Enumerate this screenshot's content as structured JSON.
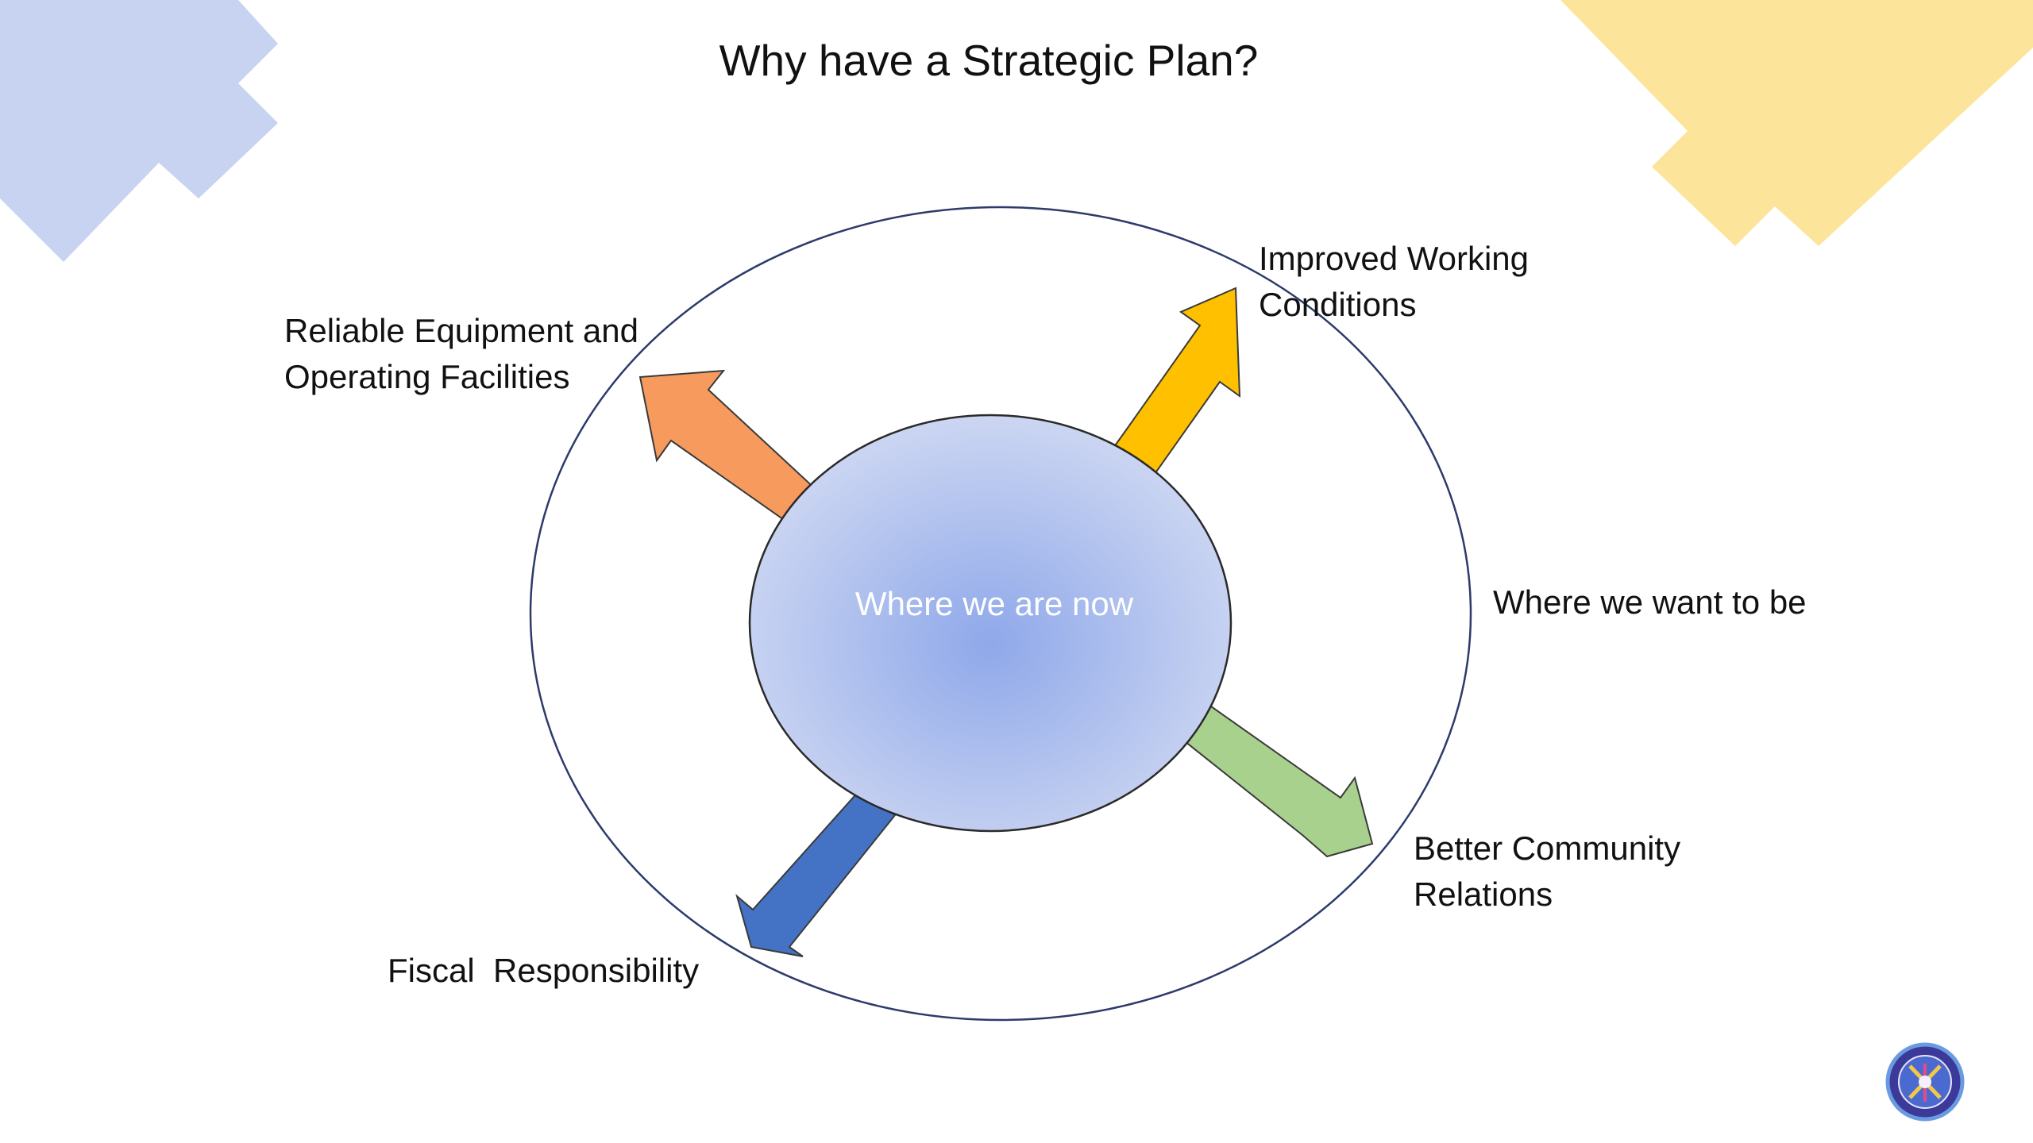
{
  "slide": {
    "title": "Why have a Strategic Plan?"
  },
  "diagram": {
    "center": {
      "label": "Where we are now",
      "fill_center": "#8fa8ea",
      "fill_edge": "#ccd6f2"
    },
    "outer": {
      "label": "Where we want to be",
      "stroke": "#2d3a6b"
    },
    "goals": {
      "improved_working_conditions": {
        "line1": "Improved Working",
        "line2": "Conditions",
        "arrow_color": "#ffc000"
      },
      "reliable_equipment": {
        "line1": "Reliable Equipment and",
        "line2": "Operating Facilities",
        "arrow_color": "#f79a5e"
      },
      "better_community_relations": {
        "line1": "Better Community",
        "line2": "Relations",
        "arrow_color": "#a9d18e"
      },
      "fiscal_responsibility": {
        "line1": "Fiscal  Responsibility",
        "arrow_color": "#4472c4"
      }
    }
  },
  "decorations": {
    "top_left_shape_color": "#c7d3f0",
    "top_right_shape_color": "#fce59b"
  },
  "logo": {
    "icon": "organization-seal-icon"
  }
}
